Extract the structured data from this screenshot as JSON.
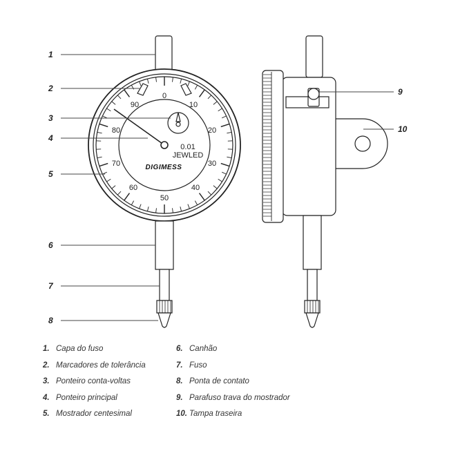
{
  "dial": {
    "scale_numbers": [
      "0",
      "10",
      "20",
      "30",
      "40",
      "50",
      "60",
      "70",
      "80",
      "90"
    ],
    "resolution": "0.01",
    "jewel_text": "JEWLED",
    "brand": "DIGIMESS"
  },
  "callouts": {
    "c1": "1",
    "c2": "2",
    "c3": "3",
    "c4": "4",
    "c5": "5",
    "c6": "6",
    "c7": "7",
    "c8": "8",
    "c9": "9",
    "c10": "10"
  },
  "legend": [
    {
      "number": "1.",
      "label": "Capa do fuso"
    },
    {
      "number": "2.",
      "label": "Marcadores de tolerância"
    },
    {
      "number": "3.",
      "label": "Ponteiro conta-voltas"
    },
    {
      "number": "4.",
      "label": "Ponteiro principal"
    },
    {
      "number": "5.",
      "label": "Mostrador centesimal"
    },
    {
      "number": "6.",
      "label": "Canhão"
    },
    {
      "number": "7.",
      "label": "Fuso"
    },
    {
      "number": "8.",
      "label": "Ponta de contato"
    },
    {
      "number": "9.",
      "label": "Parafuso trava do mostrador"
    },
    {
      "number": "10.",
      "label": "Tampa traseira"
    }
  ]
}
